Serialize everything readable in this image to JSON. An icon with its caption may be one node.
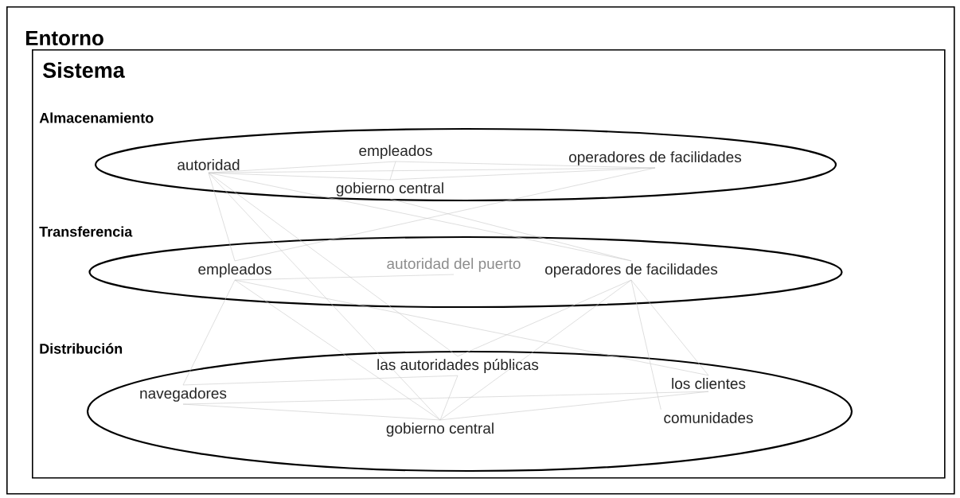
{
  "diagram": {
    "nodes": [
      {
        "text": [
          "Entorno"
        ]
      },
      {
        "text": [
          "Sistema"
        ],
        "in": 0
      },
      {
        "text": [
          "Almacenamiento"
        ],
        "in": 1
      },
      {
        "text": [
          "autoridad"
        ],
        "in": 2
      },
      {
        "text": [
          "empleados"
        ],
        "in": 2
      },
      {
        "text": [
          "operadores de facilidades"
        ],
        "in": 2
      },
      {
        "text": [
          "gobierno central"
        ],
        "in": 2
      },
      {
        "text": [
          "Transferencia"
        ],
        "in": 1
      },
      {
        "text": [
          "empleados"
        ],
        "in": 7
      },
      {
        "text": [
          "autoridad del puerto"
        ],
        "in": 7
      },
      {
        "text": [
          "operadores de facilidades"
        ],
        "in": 7
      },
      {
        "text": [
          "Distribución"
        ],
        "in": 1
      },
      {
        "text": [
          "las autoridades públicas"
        ],
        "in": 11
      },
      {
        "text": [
          "los clientes"
        ],
        "in": 11
      },
      {
        "text": [
          "navegadores"
        ],
        "in": 11
      },
      {
        "text": [
          "comunidades"
        ],
        "in": 11
      },
      {
        "text": [
          "gobierno central"
        ],
        "in": 11
      }
    ],
    "edges": [
      {
        "from": 3,
        "to": 4,
        "arrow": "none"
      },
      {
        "from": 3,
        "to": 5,
        "arrow": "none"
      },
      {
        "from": 3,
        "to": 6,
        "arrow": "none"
      },
      {
        "from": 4,
        "to": 6,
        "arrow": "none"
      },
      {
        "from": 4,
        "to": 5,
        "arrow": "none"
      },
      {
        "from": 6,
        "to": 5,
        "arrow": "none"
      },
      {
        "from": 3,
        "to": 8,
        "arrow": "none"
      },
      {
        "from": 3,
        "to": 10,
        "arrow": "none"
      },
      {
        "from": 5,
        "to": 8,
        "arrow": "none"
      },
      {
        "from": 6,
        "to": 10,
        "arrow": "none"
      },
      {
        "from": 3,
        "to": 16,
        "arrow": "none"
      },
      {
        "from": 3,
        "to": 12,
        "arrow": "none"
      },
      {
        "from": 8,
        "to": 9,
        "arrow": "none"
      },
      {
        "from": 8,
        "to": 14,
        "arrow": "none"
      },
      {
        "from": 8,
        "to": 16,
        "arrow": "none"
      },
      {
        "from": 8,
        "to": 13,
        "arrow": "none"
      },
      {
        "from": 10,
        "to": 12,
        "arrow": "none"
      },
      {
        "from": 10,
        "to": 16,
        "arrow": "none"
      },
      {
        "from": 10,
        "to": 13,
        "arrow": "none"
      },
      {
        "from": 10,
        "to": 15,
        "arrow": "none"
      },
      {
        "from": 14,
        "to": 12,
        "arrow": "none"
      },
      {
        "from": 14,
        "to": 13,
        "arrow": "none"
      },
      {
        "from": 14,
        "to": 16,
        "arrow": "none"
      },
      {
        "from": 12,
        "to": 16,
        "arrow": "none"
      },
      {
        "from": 13,
        "to": 16,
        "arrow": "none"
      }
    ]
  }
}
